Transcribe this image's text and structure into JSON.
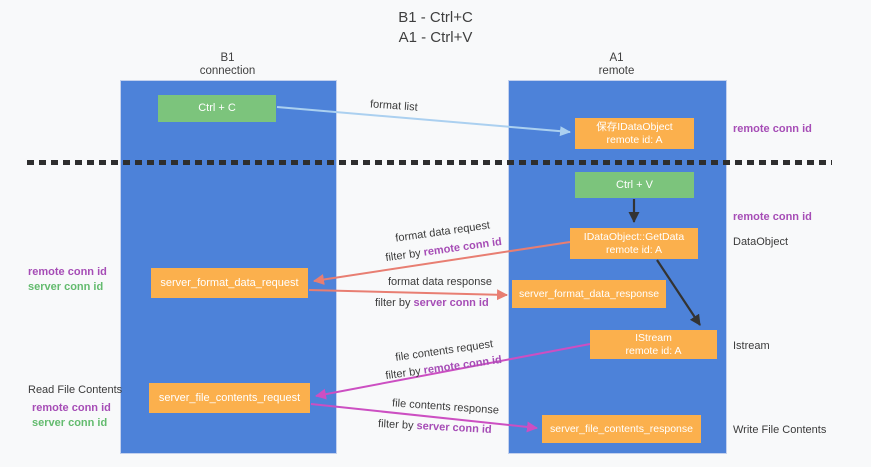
{
  "title": {
    "line1": "B1 - Ctrl+C",
    "line2": "A1 - Ctrl+V"
  },
  "lanes": {
    "left": {
      "name": "B1",
      "sub": "connection"
    },
    "right": {
      "name": "A1",
      "sub": "remote"
    }
  },
  "nodes": {
    "ctrl_c": {
      "label": "Ctrl + C"
    },
    "save_idataobject": {
      "line1": "保存IDataObject",
      "line2": "remote id: A"
    },
    "ctrl_v": {
      "label": "Ctrl + V"
    },
    "getdata": {
      "line1": "IDataObject::GetData",
      "line2": "remote id: A"
    },
    "server_format_data_request": {
      "label": "server_format_data_request"
    },
    "server_format_data_response": {
      "label": "server_format_data_response"
    },
    "istream": {
      "line1": "IStream",
      "line2": "remote id: A"
    },
    "server_file_contents_request": {
      "label": "server_file_contents_request"
    },
    "server_file_contents_response": {
      "label": "server_file_contents_response"
    }
  },
  "right_labels": {
    "remote_conn_id_top": "remote conn id",
    "remote_conn_id_mid": "remote conn id",
    "dataobject": "DataObject",
    "istream": "Istream",
    "write_file_contents": "Write File Contents"
  },
  "left_labels": {
    "remote_conn_id_1": "remote conn id",
    "server_conn_id_1": "server conn id",
    "read_file_contents": "Read File Contents",
    "remote_conn_id_2": "remote conn id",
    "server_conn_id_2": "server conn id"
  },
  "arrow_labels": {
    "format_list": "format list",
    "format_data_request": "format data request",
    "filter_by": "filter by ",
    "filter_remote_1": "remote conn id",
    "format_data_response": "format data response",
    "filter_server_1": "server conn id",
    "file_contents_request": "file contents request",
    "filter_remote_2": "remote conn id",
    "file_contents_response": "file contents response",
    "filter_server_2": "server conn id"
  },
  "colors": {
    "lane_blue": "#4d82d9",
    "node_green": "#7cc47c",
    "node_orange": "#fbb04d",
    "arrow_blue": "#abd0f0",
    "arrow_black": "#333333",
    "arrow_salmon": "#e87e72",
    "arrow_magenta": "#cc4fc2",
    "label_purple": "#a64db6",
    "label_green": "#63bb6e"
  }
}
